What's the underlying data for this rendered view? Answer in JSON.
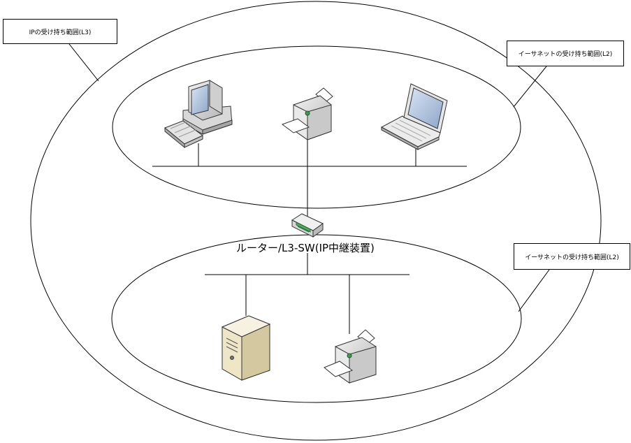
{
  "callouts": {
    "ip_range": "IPの受け持ち範囲(L3)",
    "ethernet_range_top": "イーサネットの受け持ち範囲(L2)",
    "ethernet_range_bottom": "イーサネットの受け持ち範囲(L2)"
  },
  "router": {
    "label": "ルーター/L3-SW(IP中継装置)"
  },
  "devices": {
    "top_segment": [
      "desktop-pc-icon",
      "printer-icon",
      "laptop-icon"
    ],
    "bottom_segment": [
      "server-icon",
      "printer-icon"
    ],
    "interconnect": "router-icon"
  }
}
